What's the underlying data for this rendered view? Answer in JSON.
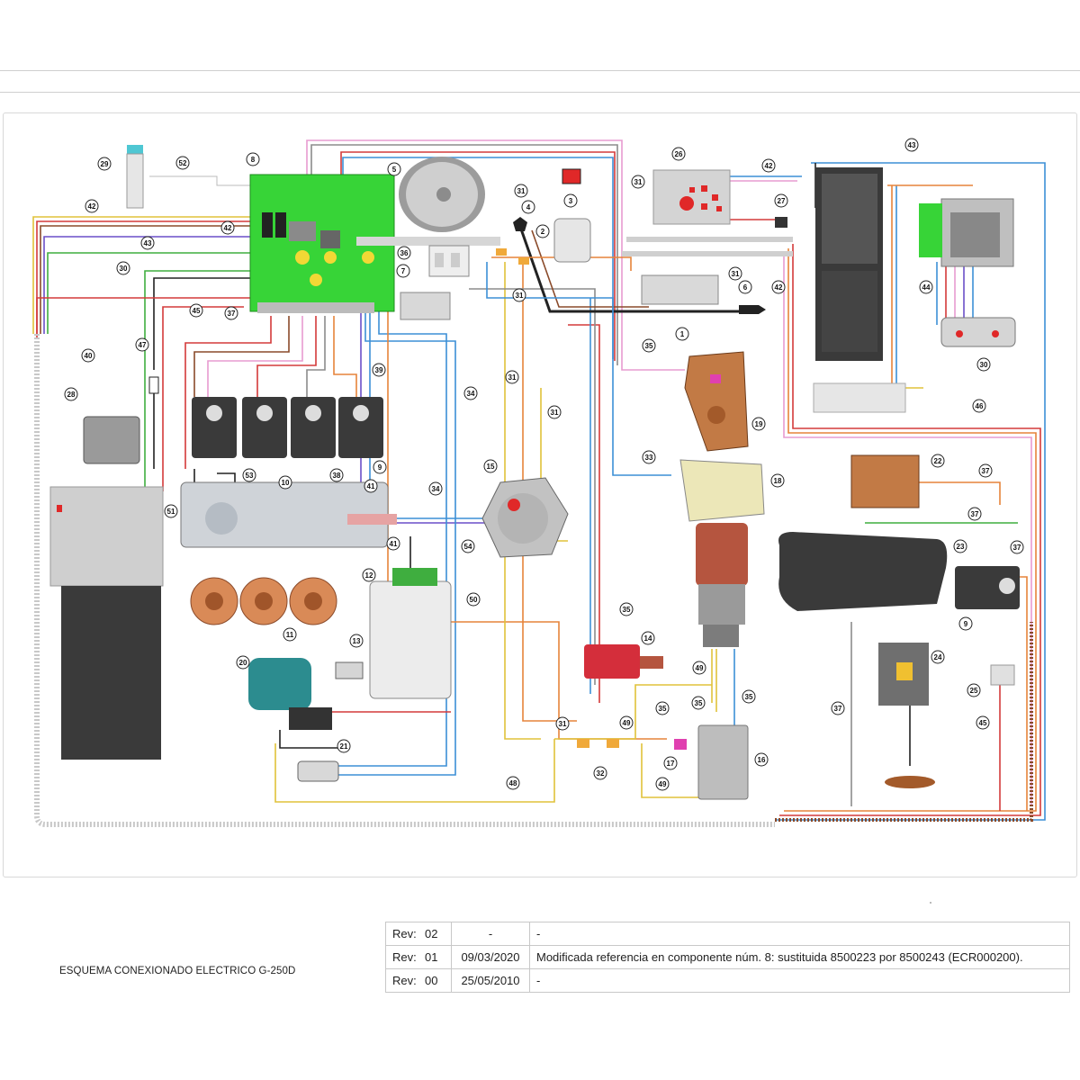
{
  "sheet": {
    "title": "ESQUEMA CONEXIONADO ELECTRICO G-250D"
  },
  "revisions": [
    {
      "label": "Rev:",
      "number": "02",
      "date": "-",
      "description": "-"
    },
    {
      "label": "Rev:",
      "number": "01",
      "date": "09/03/2020",
      "description": "Modificada referencia en componente núm. 8: sustituida 8500223 por 8500243 (ECR000200)."
    },
    {
      "label": "Rev:",
      "number": "00",
      "date": "25/05/2010",
      "description": "-"
    }
  ],
  "callouts": [
    "1",
    "2",
    "3",
    "4",
    "5",
    "6",
    "7",
    "8",
    "9",
    "10",
    "11",
    "12",
    "13",
    "14",
    "15",
    "16",
    "17",
    "18",
    "19",
    "20",
    "21",
    "22",
    "23",
    "24",
    "25",
    "26",
    "27",
    "28",
    "29",
    "30",
    "31",
    "32",
    "33",
    "34",
    "35",
    "36",
    "37",
    "38",
    "39",
    "40",
    "41",
    "42",
    "43",
    "44",
    "45",
    "46",
    "47",
    "48",
    "49",
    "50",
    "51",
    "52",
    "53",
    "54"
  ],
  "wire_colors": {
    "red": "#d33a3a",
    "brown": "#8a4a2a",
    "blue": "#3c8fd6",
    "yellow": "#e0c23a",
    "green": "#3fae3f",
    "purple": "#6a4fc8",
    "pink": "#e79bd0",
    "orange": "#e6833a",
    "grey": "#8c8c8c",
    "black": "#222222"
  },
  "component_colors": {
    "board_green": "#37d437",
    "pump_red": "#d42e3b",
    "pump_teal": "#2c8c8f",
    "grinder_copper": "#b5553f",
    "motor_grey": "#9a9a9a",
    "dark_panel": "#3a3a3a"
  }
}
